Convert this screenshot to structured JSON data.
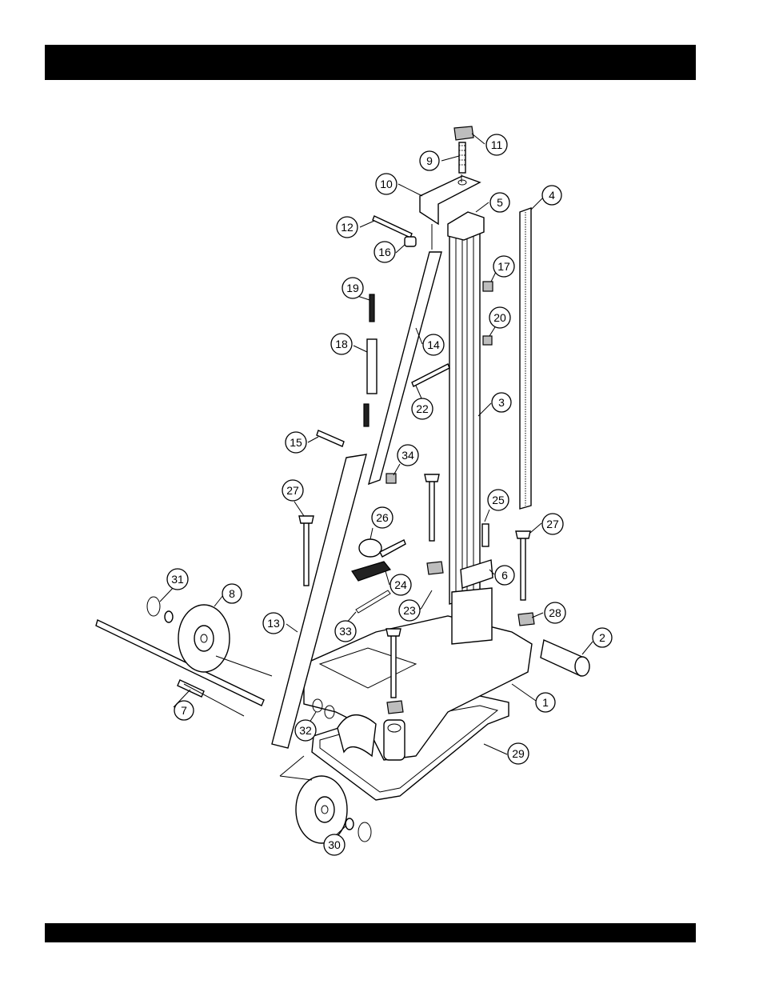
{
  "callouts": [
    {
      "label": "1"
    },
    {
      "label": "2"
    },
    {
      "label": "3"
    },
    {
      "label": "4"
    },
    {
      "label": "5"
    },
    {
      "label": "6"
    },
    {
      "label": "7"
    },
    {
      "label": "8"
    },
    {
      "label": "9"
    },
    {
      "label": "10"
    },
    {
      "label": "11"
    },
    {
      "label": "12"
    },
    {
      "label": "13"
    },
    {
      "label": "14"
    },
    {
      "label": "15"
    },
    {
      "label": "16"
    },
    {
      "label": "17"
    },
    {
      "label": "18"
    },
    {
      "label": "19"
    },
    {
      "label": "20"
    },
    {
      "label": "22"
    },
    {
      "label": "23"
    },
    {
      "label": "24"
    },
    {
      "label": "25"
    },
    {
      "label": "26"
    },
    {
      "label": "27"
    },
    {
      "label": "27"
    },
    {
      "label": "28"
    },
    {
      "label": "29"
    },
    {
      "label": "30"
    },
    {
      "label": "31"
    },
    {
      "label": "32"
    },
    {
      "label": "33"
    },
    {
      "label": "34"
    }
  ]
}
